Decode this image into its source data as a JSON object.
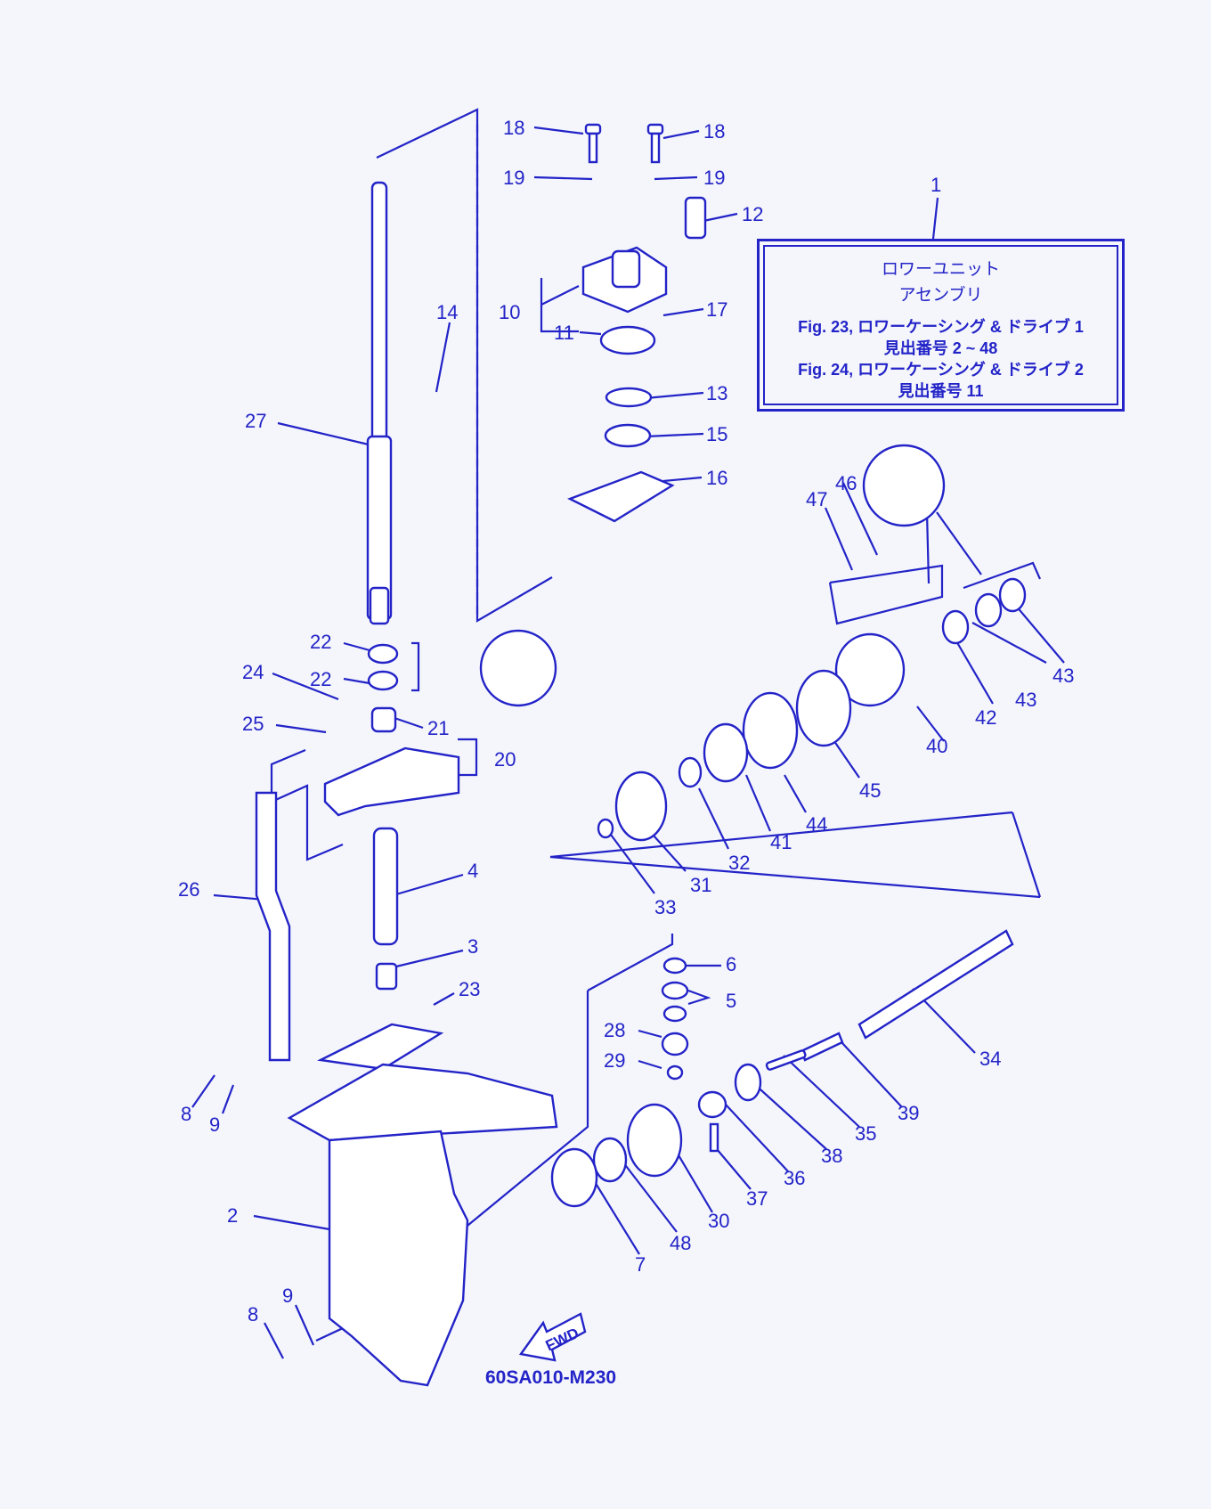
{
  "diagram": {
    "reference_code": "60SA010-M230",
    "fwd_label": "FWD",
    "note": {
      "callout": "1",
      "line1": "ロワーユニット",
      "line2": "アセンブリ",
      "line3": "Fig. 23, ロワーケーシング & ドライブ 1",
      "line4": "見出番号 2 ~ 48",
      "line5": "Fig. 24, ロワーケーシング & ドライブ 2",
      "line6": "見出番号 11"
    },
    "callouts": [
      "18",
      "18",
      "19",
      "19",
      "12",
      "10",
      "17",
      "11",
      "14",
      "13",
      "15",
      "27",
      "16",
      "46",
      "47",
      "22",
      "22",
      "24",
      "25",
      "21",
      "20",
      "43",
      "43",
      "42",
      "40",
      "45",
      "44",
      "41",
      "32",
      "31",
      "33",
      "26",
      "4",
      "3",
      "23",
      "6",
      "5",
      "28",
      "29",
      "8",
      "9",
      "34",
      "39",
      "35",
      "38",
      "36",
      "37",
      "30",
      "48",
      "7",
      "2",
      "9",
      "8"
    ]
  },
  "colors": {
    "ink": "#2323c8",
    "paper": "#f4f6fb"
  }
}
